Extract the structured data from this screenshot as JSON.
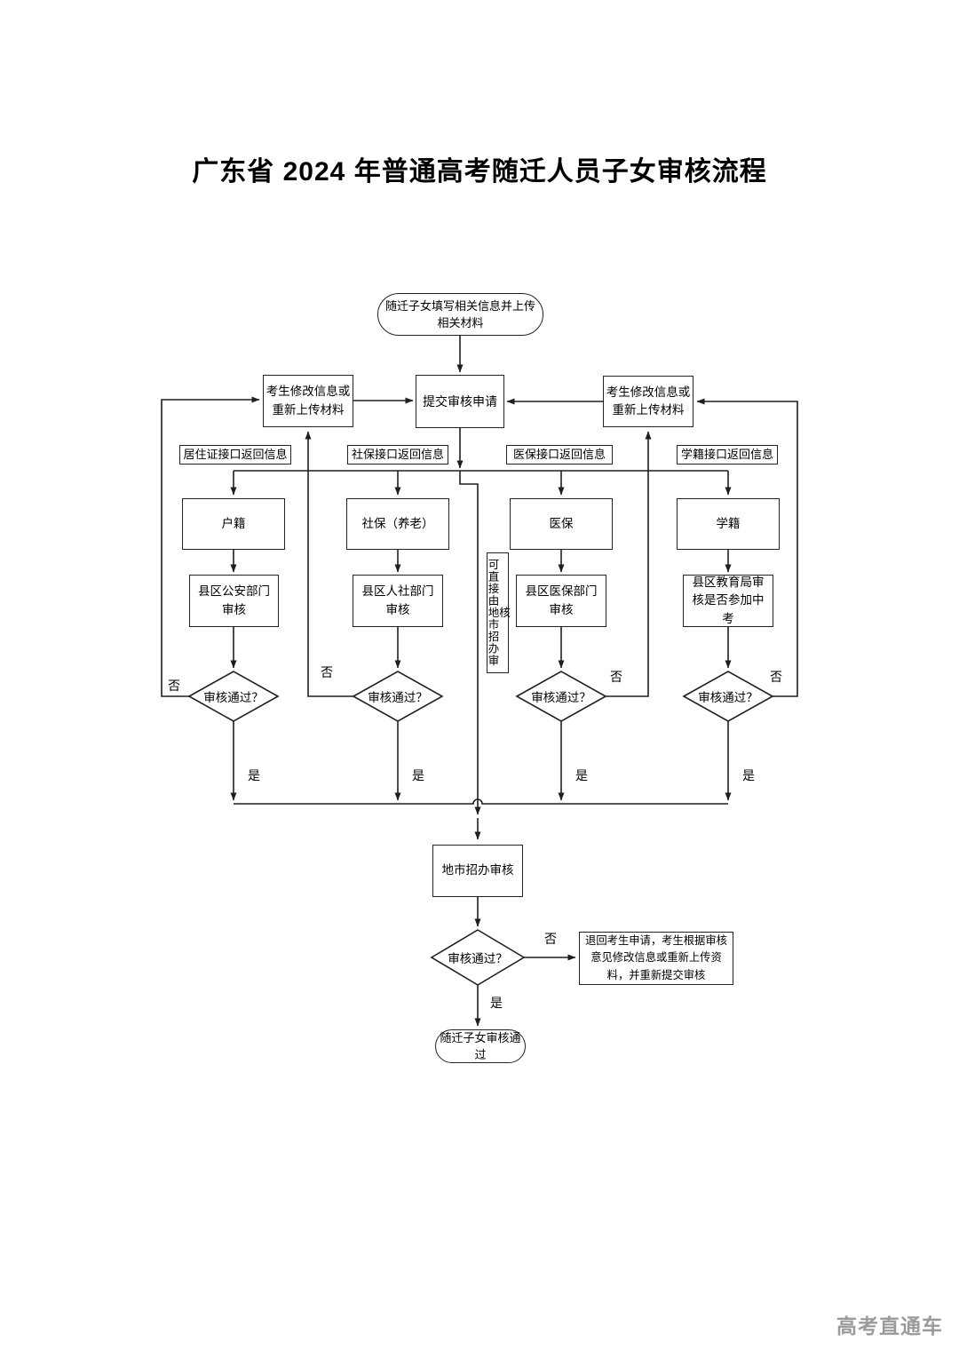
{
  "title": "广东省 2024 年普通高考随迁人员子女审核流程",
  "watermark": "高考直通车",
  "nodes": {
    "start": "随迁子女填写相关信息并上传相关材料",
    "submit": "提交审核申请",
    "modify_left": "考生修改信息或重新上传材料",
    "modify_right": "考生修改信息或重新上传材料",
    "direct_note": "可直接由地市招办审核",
    "city_review": "地市招办审核",
    "final_decision": "审核通过？",
    "return_note": "退回考生申请，考生根据审核意见修改信息或重新上传资料，并重新提交审核",
    "end": "随迁子女审核通过"
  },
  "api_labels": {
    "residence": "居住证接口返回信息",
    "social": "社保接口返回信息",
    "medical": "医保接口返回信息",
    "student": "学籍接口返回信息"
  },
  "branch": {
    "no": "否",
    "yes": "是"
  },
  "columns": [
    {
      "item": "户籍",
      "review": "县区公安部门审核",
      "decision": "审核通过？"
    },
    {
      "item": "社保（养老）",
      "review": "县区人社部门审核",
      "decision": "审核通过？"
    },
    {
      "item": "医保",
      "review": "县区医保部门审核",
      "decision": "审核通过？"
    },
    {
      "item": "学籍",
      "review": "县区教育局审核是否参加中考",
      "decision": "审核通过？"
    }
  ]
}
